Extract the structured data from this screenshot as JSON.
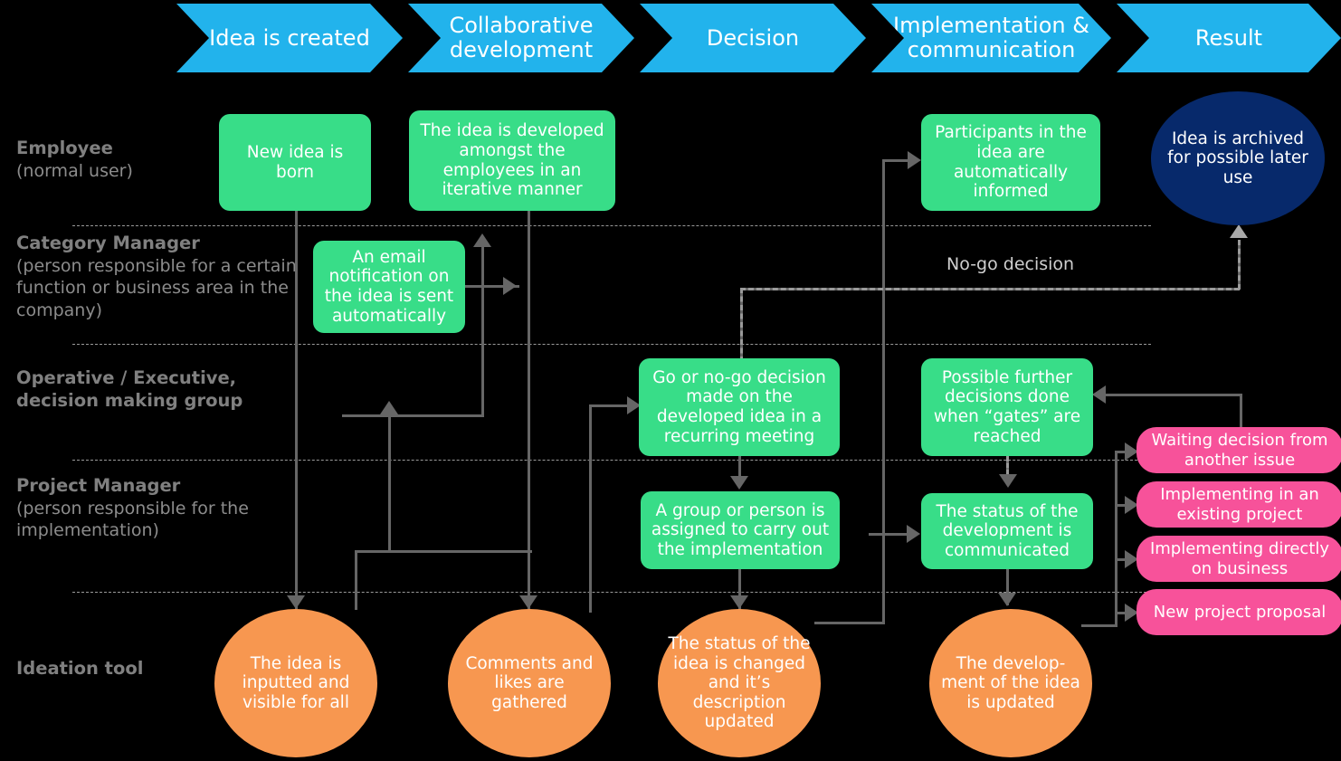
{
  "diagram": {
    "title": "Idea process swimlane diagram",
    "colors": {
      "phase_bar": "#22B3EC",
      "green_node": "#38DD88",
      "pink_node": "#F7529A",
      "orange_node": "#F79750",
      "navy_node": "#07296B",
      "connector": "#666666",
      "dashed_connector": "#9A9A9A",
      "background": "#000000",
      "lane_label": "#8C8C8C"
    },
    "phases": [
      {
        "label": "Idea is created"
      },
      {
        "label": "Collaborative development"
      },
      {
        "label": "Decision"
      },
      {
        "label": "Implementation & communication"
      },
      {
        "label": "Result"
      }
    ],
    "lanes": [
      {
        "title": "Employee",
        "subtitle": "(normal user)"
      },
      {
        "title": "Category Manager",
        "subtitle": "(person responsible for a certain function or business area in the company)"
      },
      {
        "title": "Operative / Executive, decision making group",
        "subtitle": ""
      },
      {
        "title": "Project Manager",
        "subtitle": "(person responsible for the implementation)"
      },
      {
        "title": "Ideation tool",
        "subtitle": ""
      }
    ],
    "nodes": {
      "new_idea_is_born": "New idea is born",
      "idea_developed_amongst": "The idea is developed amongst the employees in an iterative manner",
      "participants_informed": "Participants in the idea are automatically informed",
      "idea_archived": "Idea is archived for possible later use",
      "email_notification": "An email notification on the idea is sent automatically",
      "go_no_go_decision": "Go or no-go decision made on the developed idea in a recurring meeting",
      "possible_further_decisions": "Possible further decisions done when “gates” are reached",
      "group_assigned": "A group or person is assigned to carry out the implementation",
      "status_communicated": "The status of the development is communicated",
      "idea_inputted": "The idea is inputted and visible for all",
      "comments_and_likes": "Comments and likes are gathered",
      "status_changed": "The status of the idea is changed and it’s description updated",
      "development_updated": "The develop- ment of the idea is updated",
      "waiting_decision": "Waiting decision from another issue",
      "implementing_existing": "Implementing in an existing project",
      "implementing_business": "Implementing directly on business",
      "new_project_proposal": "New project proposal"
    },
    "annotations": {
      "no_go_decision": "No-go decision"
    }
  }
}
